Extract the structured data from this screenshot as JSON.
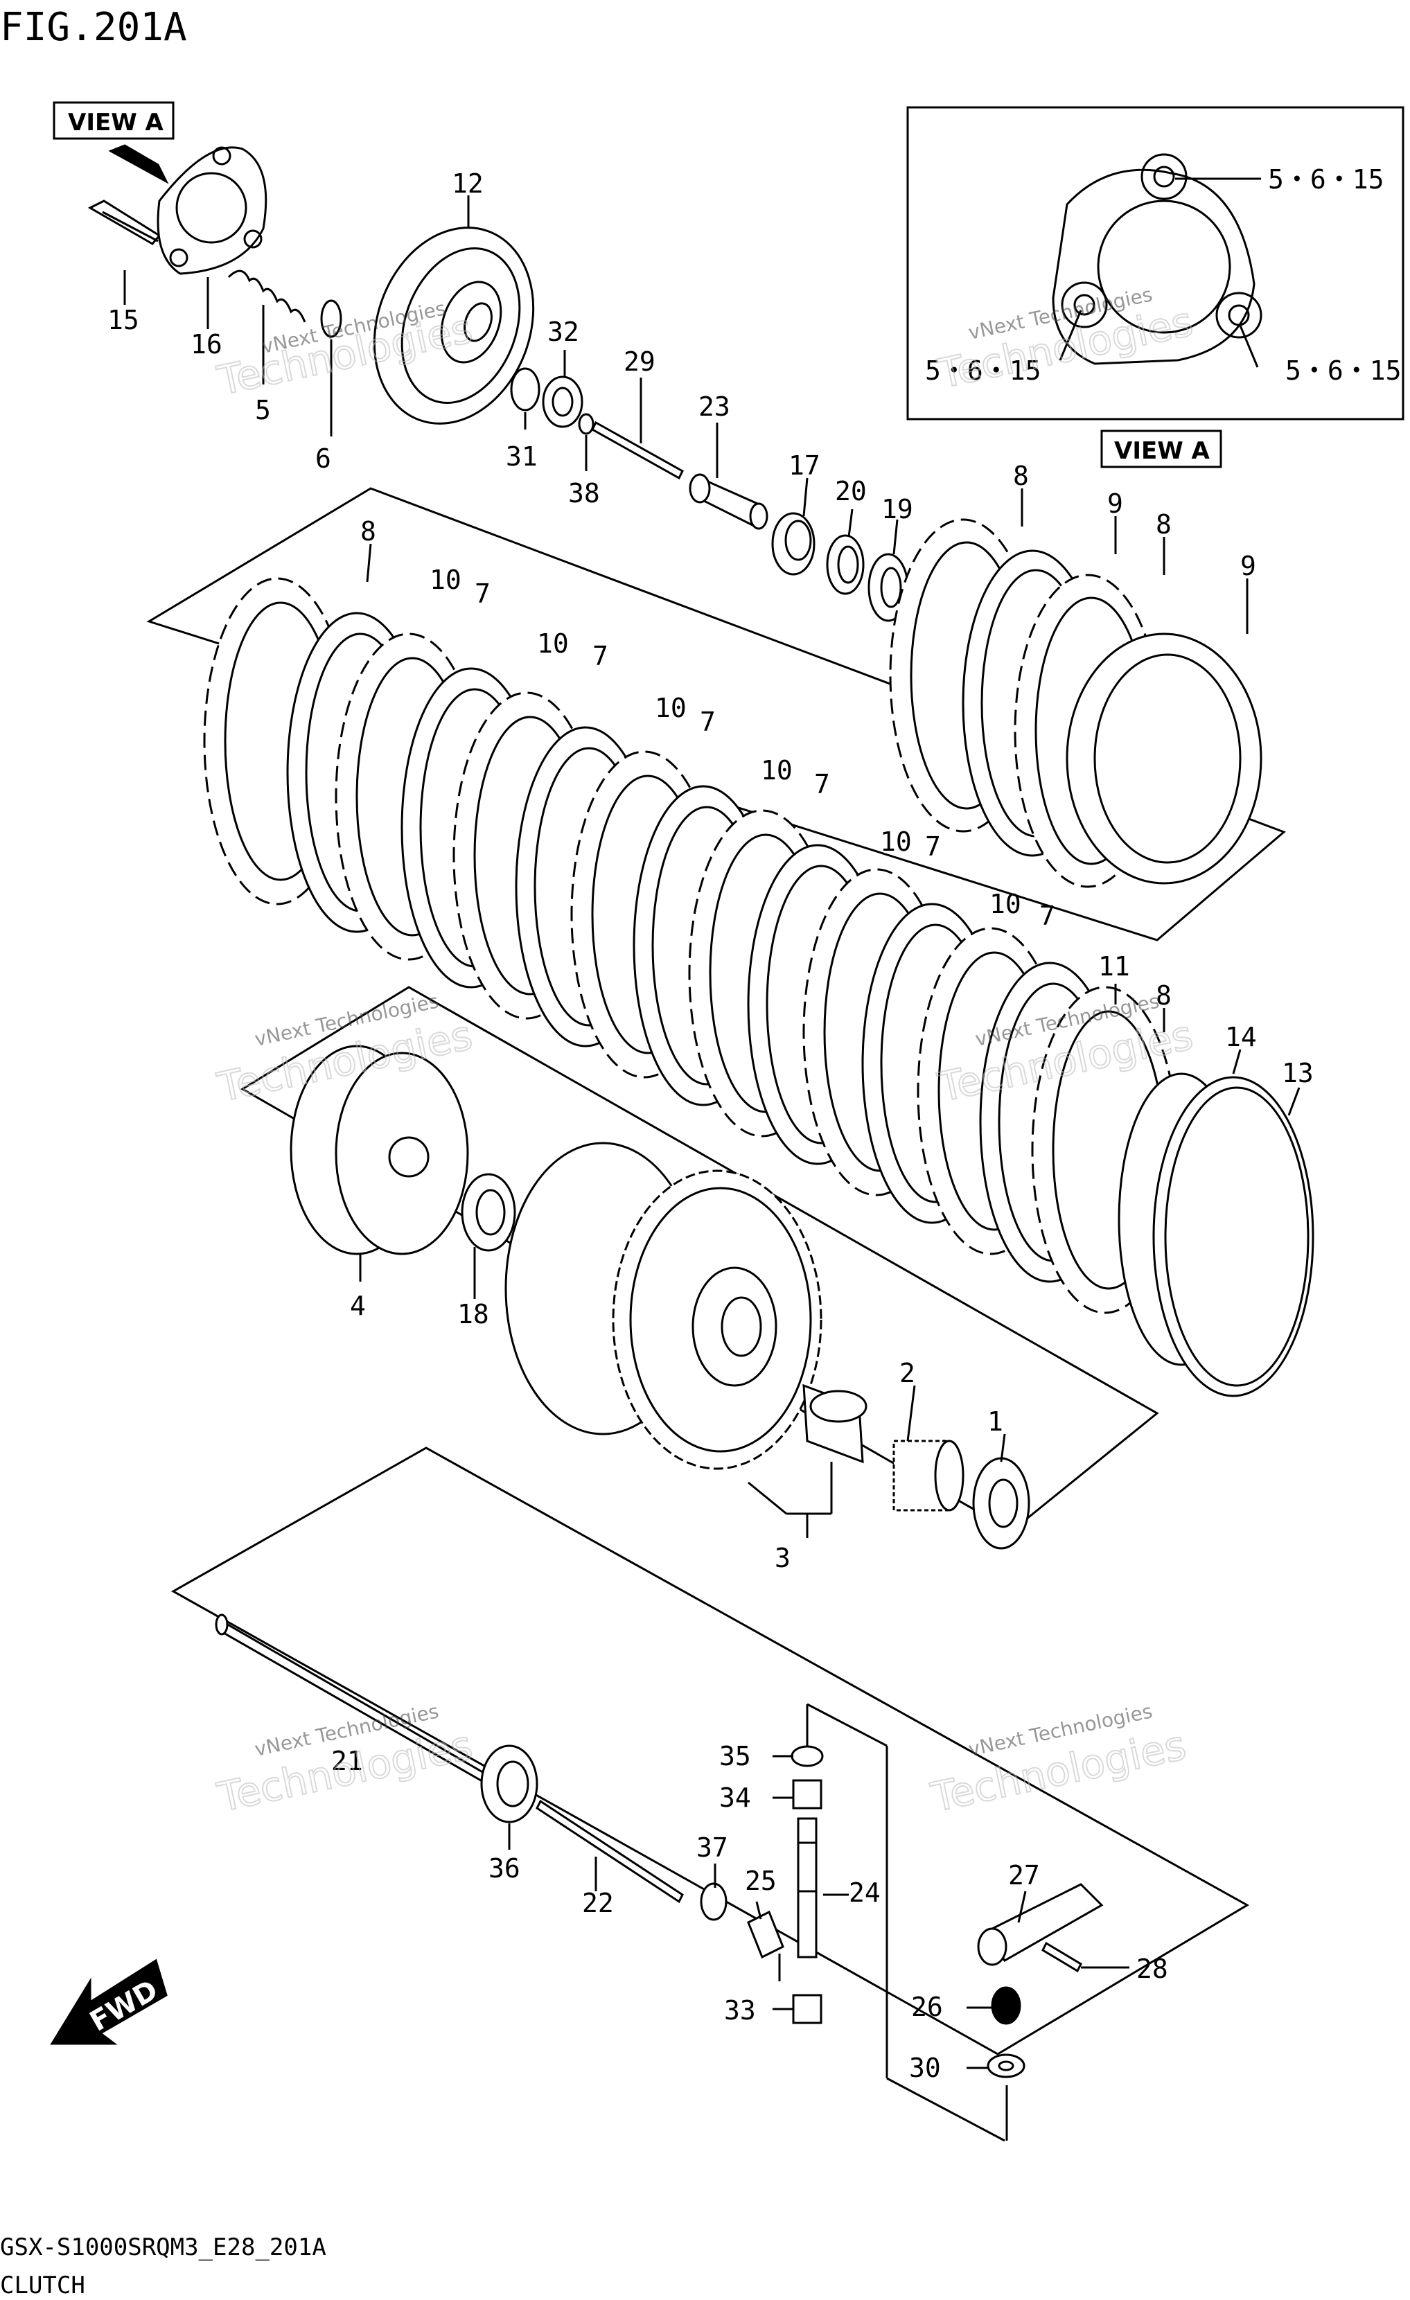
{
  "figure_title": "FIG.201A",
  "view_a_label": "VIEW A",
  "inset_labels": [
    "5・6・15",
    "5・6・15",
    "5・6・15"
  ],
  "part_labels": {
    "p1": "1",
    "p2": "2",
    "p3": "3",
    "p4": "4",
    "p5": "5",
    "p6": "6",
    "p7": "7",
    "p8": "8",
    "p9": "9",
    "p10": "10",
    "p11": "11",
    "p12": "12",
    "p13": "13",
    "p14": "14",
    "p15": "15",
    "p16": "16",
    "p17": "17",
    "p18": "18",
    "p19": "19",
    "p20": "20",
    "p21": "21",
    "p22": "22",
    "p23": "23",
    "p24": "24",
    "p25": "25",
    "p26": "26",
    "p27": "27",
    "p28": "28",
    "p29": "29",
    "p30": "30",
    "p31": "31",
    "p32": "32",
    "p33": "33",
    "p34": "34",
    "p35": "35",
    "p36": "36",
    "p37": "37",
    "p38": "38"
  },
  "fwd_label": "FWD",
  "watermark": {
    "line1": "vNext Technologies",
    "line2": "Technologies",
    "line3": "vNext"
  },
  "footer": {
    "code": "GSX-S1000SRQM3_E28_201A",
    "section": "CLUTCH"
  }
}
